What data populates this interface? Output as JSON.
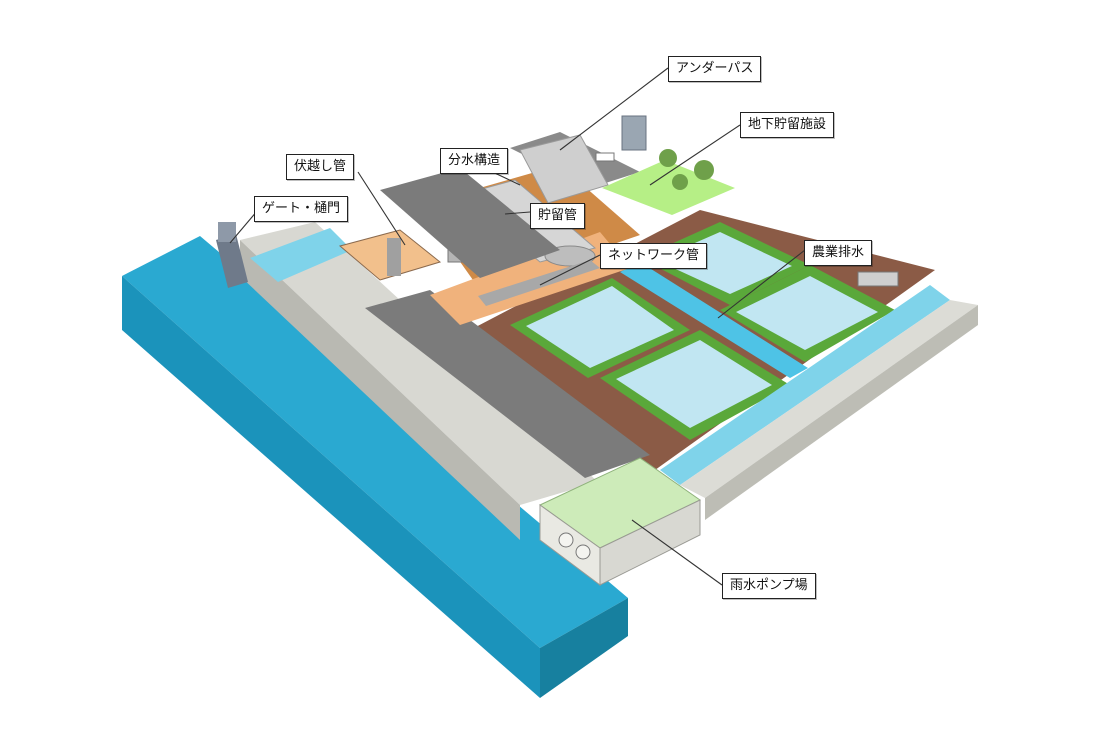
{
  "labels": {
    "underpass": "アンダーパス",
    "underground_storage": "地下貯留施設",
    "diversion_structure": "分水構造",
    "inverted_siphon": "伏越し管",
    "gate_sluice": "ゲート・樋門",
    "storage_pipe": "貯留管",
    "network_pipe": "ネットワーク管",
    "agricultural_drainage": "農業排水",
    "rainwater_pump": "雨水ポンプ場"
  },
  "colors": {
    "river": "#1e9bc4",
    "canal": "#7fd3ea",
    "paddy_water": "#bfe5f2",
    "paddy_border": "#5aa83a",
    "soil": "#c98240",
    "road": "#7a7a7a",
    "embankment": "#d9d9d4",
    "brown_field": "#8a5a45",
    "park": "#b6ef86",
    "pump_roof": "#cdebb9"
  }
}
